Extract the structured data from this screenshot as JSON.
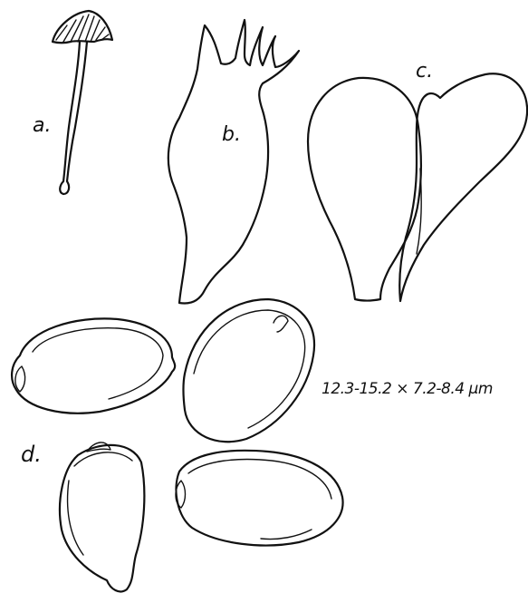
{
  "figure": {
    "panels": [
      {
        "id": "a",
        "label": "a.",
        "subject": "basidiocarp (whole mushroom)"
      },
      {
        "id": "b",
        "label": "b.",
        "subject": "cystidium with apical projections"
      },
      {
        "id": "c",
        "label": "c.",
        "subject": "pair of cheilocystidia"
      },
      {
        "id": "d",
        "label": "d.",
        "subject": "basidiospores"
      }
    ],
    "spore_measurement": "12.3-15.2 × 7.2-8.4 μm"
  },
  "colors": {
    "ink": "#111111",
    "paper": "#ffffff"
  }
}
